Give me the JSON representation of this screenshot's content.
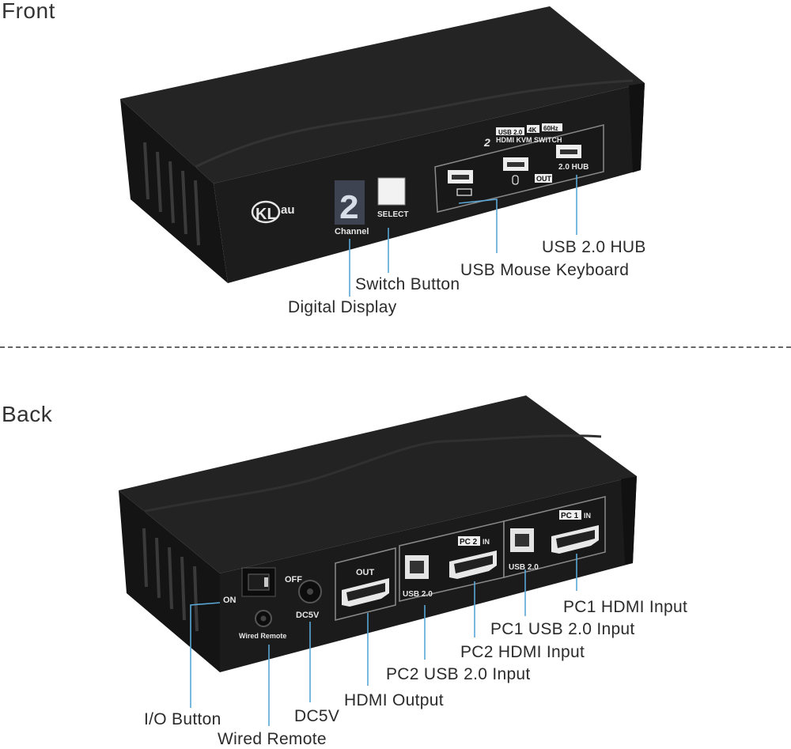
{
  "sections": {
    "front": "Front",
    "back": "Back"
  },
  "front_device": {
    "logo_text": "KL",
    "logo_text_b": "au",
    "display_digit": "2",
    "display_caption": "Channel",
    "select_caption": "SELECT",
    "badge_usb": "USB 2.0",
    "badge_4k": "4K",
    "badge_hz": "60Hz",
    "subtitle": "HDMI KVM SWITCH",
    "out_tag": "OUT",
    "hub_tag": "2.0 HUB"
  },
  "front_labels": {
    "usb_hub": "USB 2.0 HUB",
    "usb_mouse_keyboard": "USB Mouse Keyboard",
    "switch_button": "Switch Button",
    "digital_display": "Digital Display"
  },
  "back_device": {
    "on": "ON",
    "off": "OFF",
    "dc5v": "DC5V",
    "wired_remote": "Wired Remote",
    "out": "OUT",
    "usb20_a": "USB 2.0",
    "usb20_b": "USB 2.0",
    "pc2": "PC 2",
    "pc2_in": "IN",
    "pc1": "PC 1",
    "pc1_in": "IN"
  },
  "back_labels": {
    "pc1_hdmi_input": "PC1 HDMI Input",
    "pc1_usb_input": "PC1 USB 2.0 Input",
    "pc2_hdmi_input": "PC2 HDMI Input",
    "pc2_usb_input": "PC2 USB 2.0 Input",
    "hdmi_output": "HDMI Output",
    "dc5v": "DC5V",
    "io_button": "I/O Button",
    "wired_remote": "Wired Remote"
  },
  "colors": {
    "device_body": "#1b1b1b",
    "device_top": "#262626",
    "leader_line": "#5aa7d6",
    "panel_outline": "#9a9a9a"
  }
}
